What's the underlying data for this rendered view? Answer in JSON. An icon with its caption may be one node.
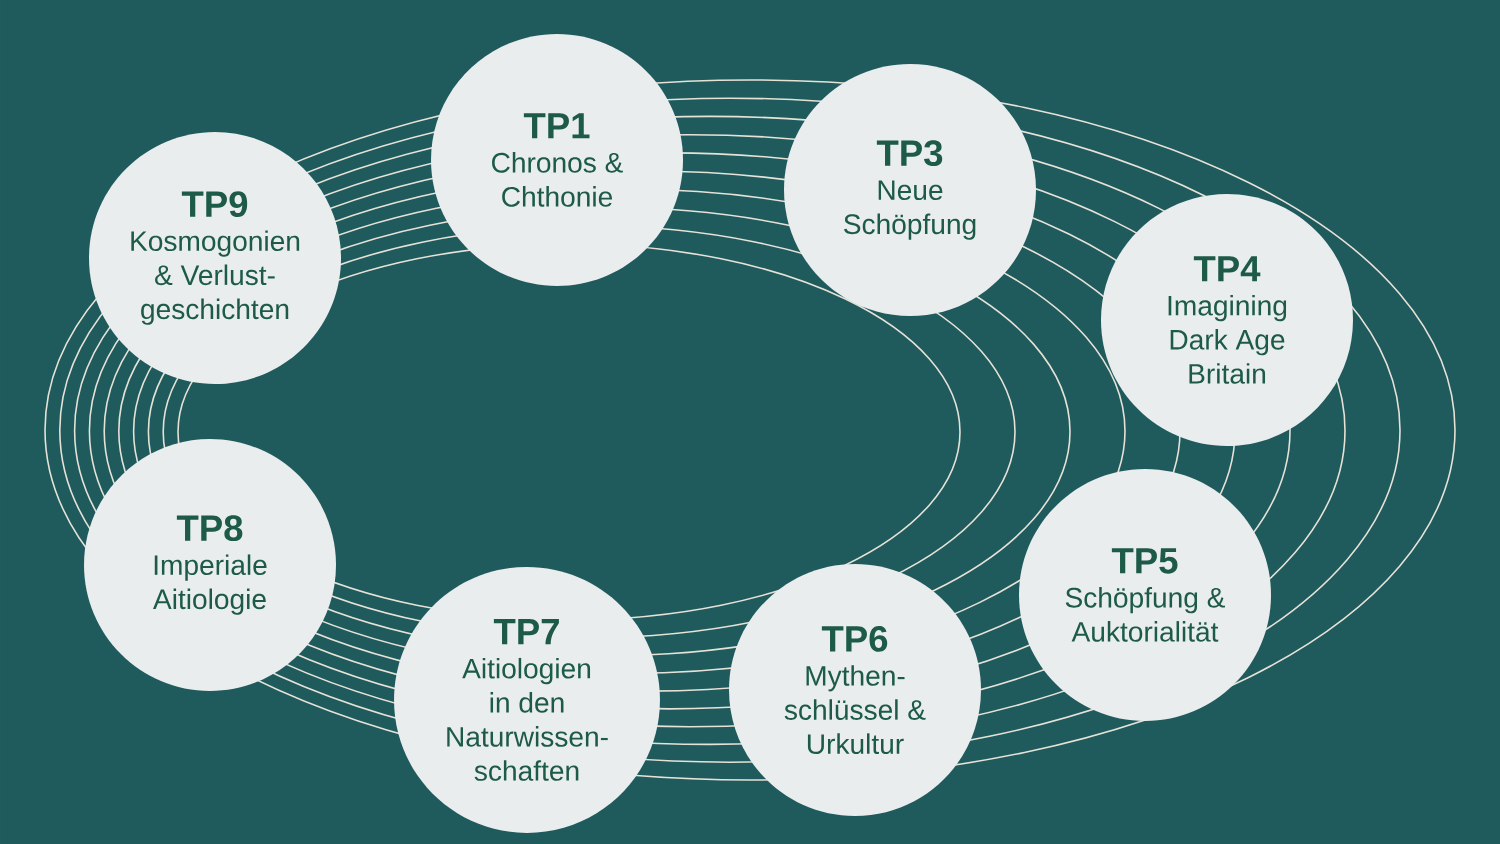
{
  "diagram": {
    "nodes": [
      {
        "text": [
          "TP1",
          "Chronos & Chthonie"
        ]
      },
      {
        "text": [
          "TP3",
          "Neue Schöpfung"
        ]
      },
      {
        "text": [
          "TP4",
          "Imagining Dark Age Britain"
        ]
      },
      {
        "text": [
          "TP5",
          "Schöpfung & Auktorialität"
        ]
      },
      {
        "text": [
          "TP6",
          "Mythen- schlüssel & Urkultur"
        ]
      },
      {
        "text": [
          "TP7",
          "Aitiologien in den Naturwissen- schaften"
        ]
      },
      {
        "text": [
          "TP8",
          "Imperiale Aitiologie"
        ]
      },
      {
        "text": [
          "TP9",
          "Kosmogonien & Verlust- geschichten"
        ]
      }
    ]
  }
}
